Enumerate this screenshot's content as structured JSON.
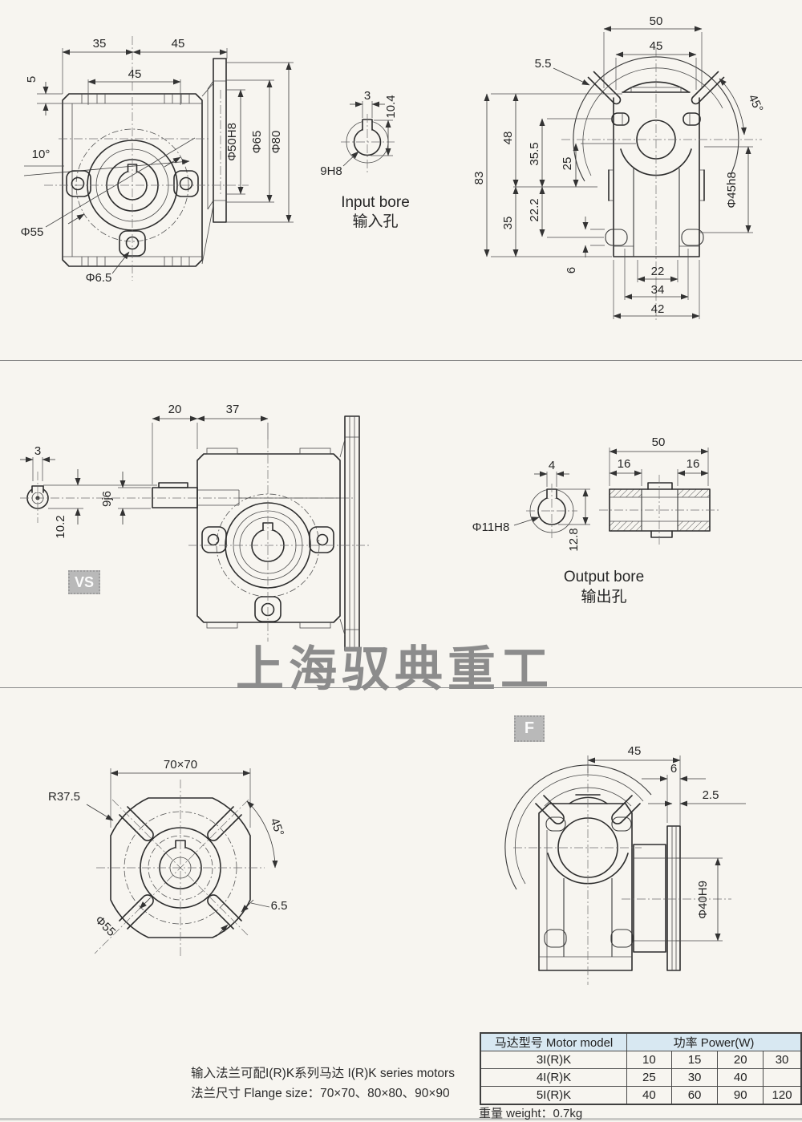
{
  "watermark": "上海驭典重工",
  "colors": {
    "table_header_bg": "#d8e8f2",
    "watermark_gray": "#8c8c8c",
    "paper": "#f7f5f0"
  },
  "front_view": {
    "dim_top_left": "35",
    "dim_top_right": "45",
    "dim_lug_span": "45",
    "dim_step": "5",
    "dim_angle": "10°",
    "dim_bolt_circle": "Φ55",
    "dim_hole": "Φ6.5",
    "dim_spigot": "Φ50H8",
    "dim_pilot": "Φ65",
    "dim_flange": "Φ80"
  },
  "input_bore": {
    "dim_key_width": "3",
    "dim_key_depth": "10.4",
    "dim_bore": "9H8",
    "title_en": "Input bore",
    "title_zh": "输入孔"
  },
  "rear_view": {
    "dim_width": "50",
    "dim_slot_span": "45",
    "dim_slot_width": "5.5",
    "dim_slot_angle": "45°",
    "dim_height": "83",
    "dim_upper": "48",
    "dim_mid_upper": "35.5",
    "dim_bore_offset": "25",
    "dim_mid_lower": "22.2",
    "dim_lower": "35",
    "dim_foot": "6",
    "dim_foot_span": "22",
    "dim_foot_mid": "34",
    "dim_base": "42",
    "dim_spigot": "Φ45h8"
  },
  "vs_view": {
    "label": "VS",
    "dim_shaft_length": "20",
    "dim_center_dist": "37",
    "dim_shaft_dia": "9j6",
    "key_detail": {
      "dim_key_width": "3",
      "dim_key_depth": "10.2"
    }
  },
  "output_bore": {
    "dim_key_width": "4",
    "dim_bore": "Φ11H8",
    "dim_key_depth": "12.8",
    "title_en": "Output bore",
    "title_zh": "输出孔",
    "bushing": {
      "dim_length": "50",
      "dim_left": "16",
      "dim_right": "16"
    }
  },
  "flange_view": {
    "dim_square": "70×70",
    "dim_radius": "R37.5",
    "dim_angle": "45°",
    "dim_slot": "6.5",
    "dim_bolt_circle": "Φ55"
  },
  "f_view": {
    "label": "F",
    "dim_depth": "45",
    "dim_flange_thickness": "6",
    "dim_lip": "2.5",
    "dim_bore": "Φ40H9"
  },
  "notes": {
    "line1": "输入法兰可配I(R)K系列马达 I(R)K series motors",
    "line2": "法兰尺寸 Flange size：70×70、80×80、90×90",
    "weight": "重量 weight：0.7kg"
  },
  "table": {
    "header_model": "马达型号 Motor model",
    "header_power": "功率 Power(W)",
    "rows": [
      {
        "model": "3I(R)K",
        "p1": "10",
        "p2": "15",
        "p3": "20",
        "p4": "30"
      },
      {
        "model": "4I(R)K",
        "p1": "25",
        "p2": "30",
        "p3": "40",
        "p4": ""
      },
      {
        "model": "5I(R)K",
        "p1": "40",
        "p2": "60",
        "p3": "90",
        "p4": "120"
      }
    ]
  }
}
